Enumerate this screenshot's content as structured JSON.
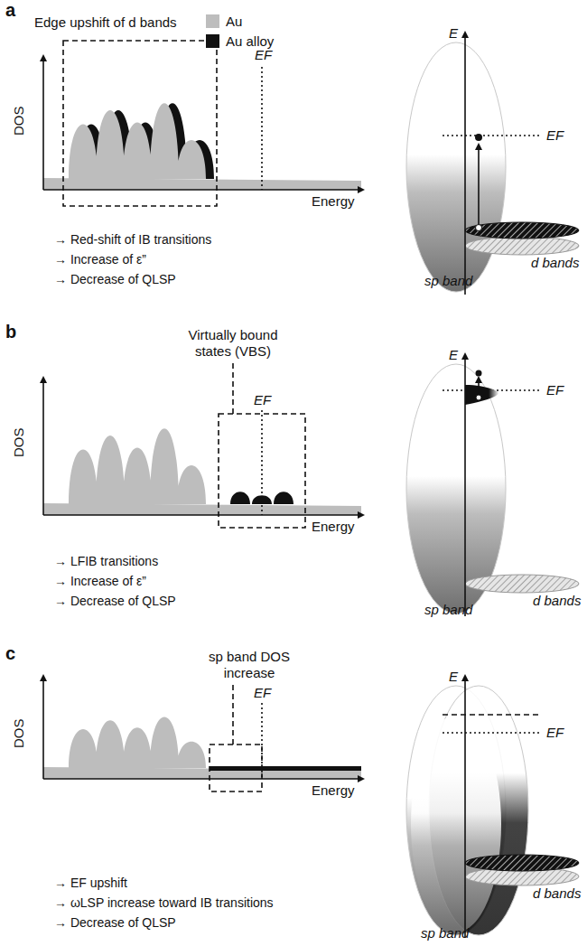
{
  "diagram": {
    "labels": [
      "a",
      "Edge upshift of d bands",
      "DOS",
      "EF",
      "Energy",
      "E",
      "EF",
      "d bands",
      "sp band",
      "→ Red-shift of IB transitions",
      "→ Increase of ε”",
      "→ Decrease of QLSP",
      "b",
      "Virtually bound states (VBS)",
      "DOS",
      "EF",
      "Energy",
      "E",
      "EF",
      "d bands",
      "sp band",
      "→ LFIB transitions",
      "→ Increase of ε”",
      "→ Decrease of QLSP",
      "c",
      "sp band DOS increase",
      "DOS",
      "EF",
      "Energy",
      "E",
      "EF",
      "d bands",
      "sp band",
      "→ EF upshift",
      "→ ωLSP increase toward IB transitions",
      "→ Decrease of QLSP"
    ],
    "legend": [
      {
        "text": "Au",
        "color": "#bdbdbd"
      },
      {
        "text": "Au alloy",
        "color": "#111111"
      }
    ]
  }
}
